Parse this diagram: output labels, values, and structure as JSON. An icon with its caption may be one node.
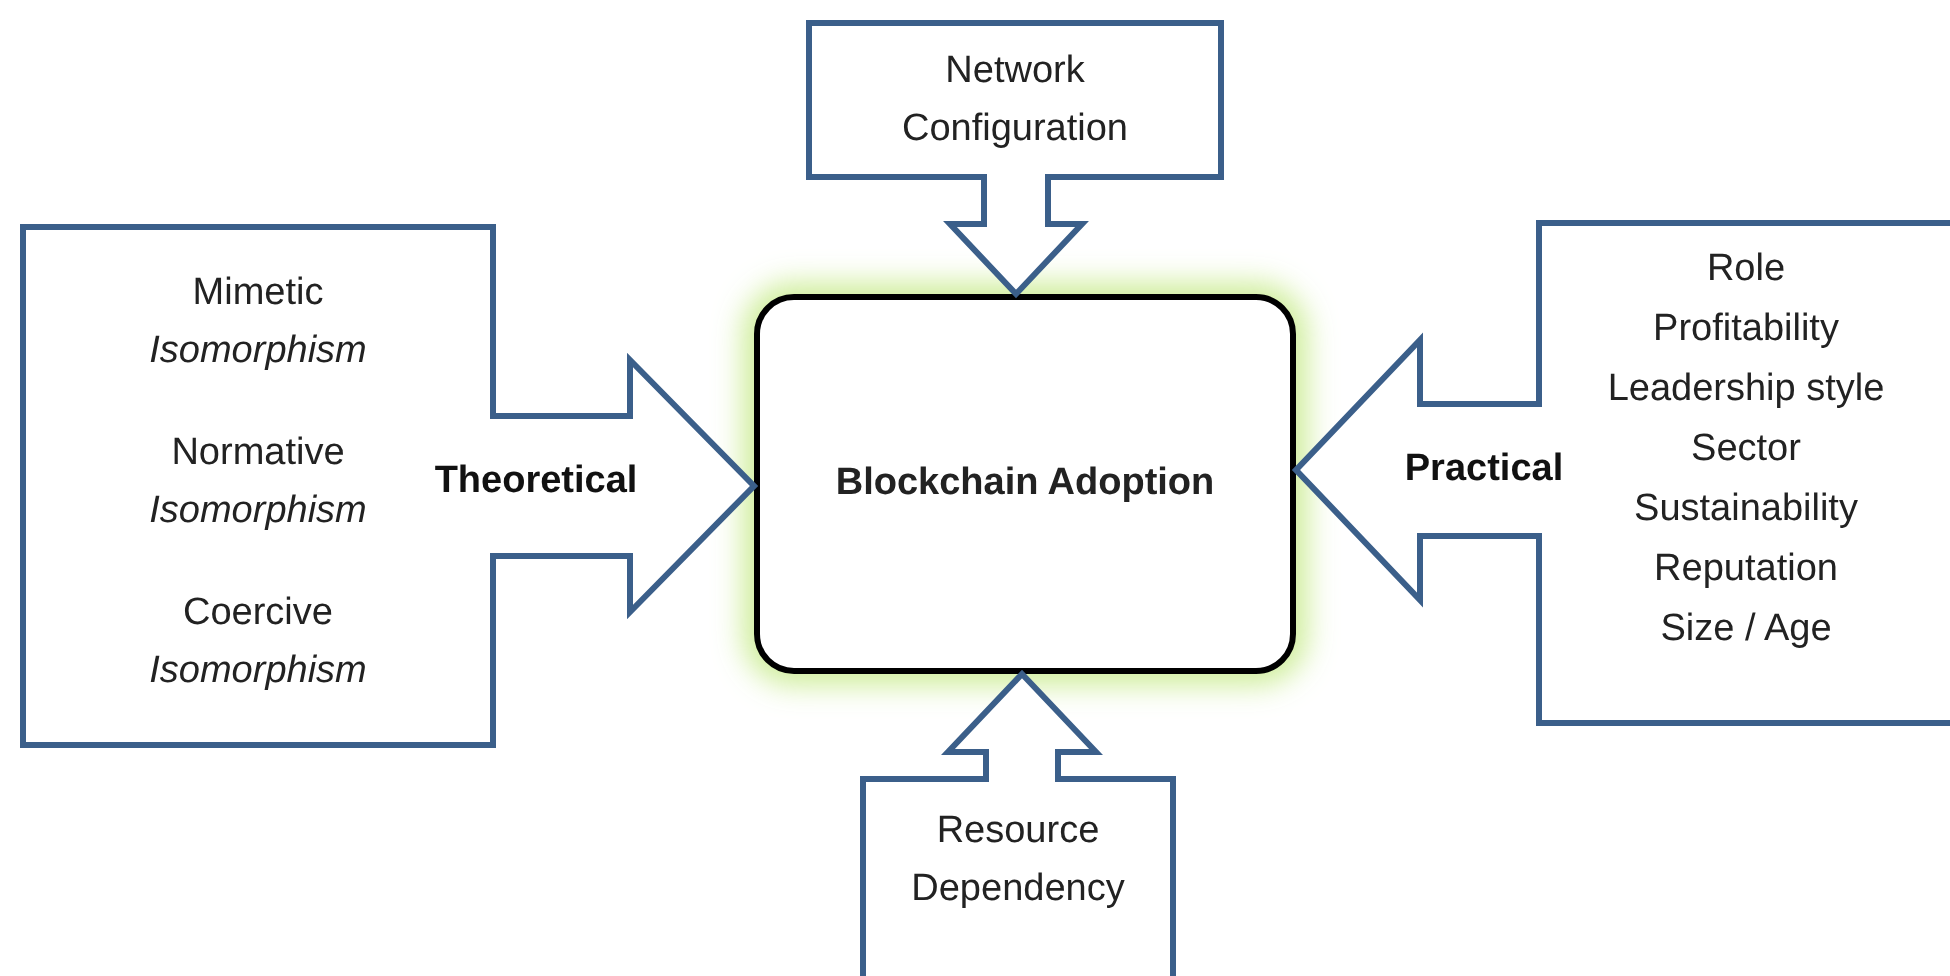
{
  "diagram": {
    "nodes": [
      {
        "text": [
          "Network Configuration"
        ]
      },
      {
        "text": [
          "Mimetic *Isomorphism*",
          "Normative *Isomorphism*",
          "Coercive *Isomorphism*"
        ]
      },
      {
        "text": [
          "Blockchain Adoption"
        ]
      },
      {
        "text": [
          "Role",
          "Profitability",
          "Leadership style",
          "Sector",
          "Sustainability",
          "Reputation",
          "Size / Age"
        ]
      },
      {
        "text": [
          "Resource Dependency"
        ]
      }
    ],
    "edges": [
      {
        "from": 0,
        "to": 2,
        "arrow": "to"
      },
      {
        "from": 1,
        "to": 2,
        "arrow": "to",
        "label": "Theoretical"
      },
      {
        "from": 3,
        "to": 2,
        "arrow": "to",
        "label": "Practical"
      },
      {
        "from": 4,
        "to": 2,
        "arrow": "to"
      }
    ]
  }
}
